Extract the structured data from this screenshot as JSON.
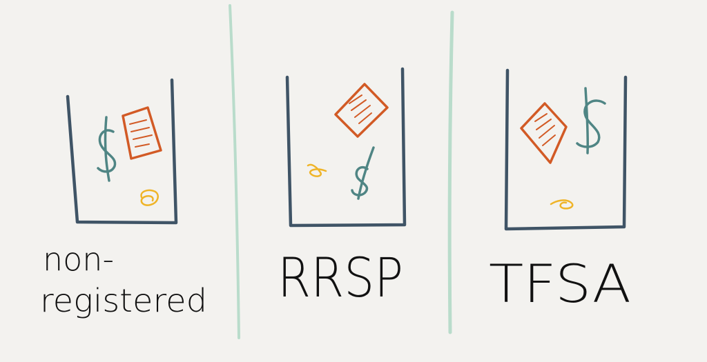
{
  "colors": {
    "background": "#f3f2ef",
    "divider": "#b9dccb",
    "bucket": "#3f5466",
    "document": "#d25a25",
    "dollar": "#4f8584",
    "coin": "#efb428",
    "text": "#111111"
  },
  "panels": [
    {
      "label_line1": "non-",
      "label_line2": "registered",
      "contents": [
        "dollar-icon",
        "document-icon",
        "coin-icon"
      ]
    },
    {
      "label_line1": "RRSP",
      "contents": [
        "document-icon",
        "coin-icon",
        "dollar-icon"
      ]
    },
    {
      "label_line1": "TFSA",
      "contents": [
        "document-icon",
        "dollar-icon",
        "coin-icon"
      ]
    }
  ]
}
